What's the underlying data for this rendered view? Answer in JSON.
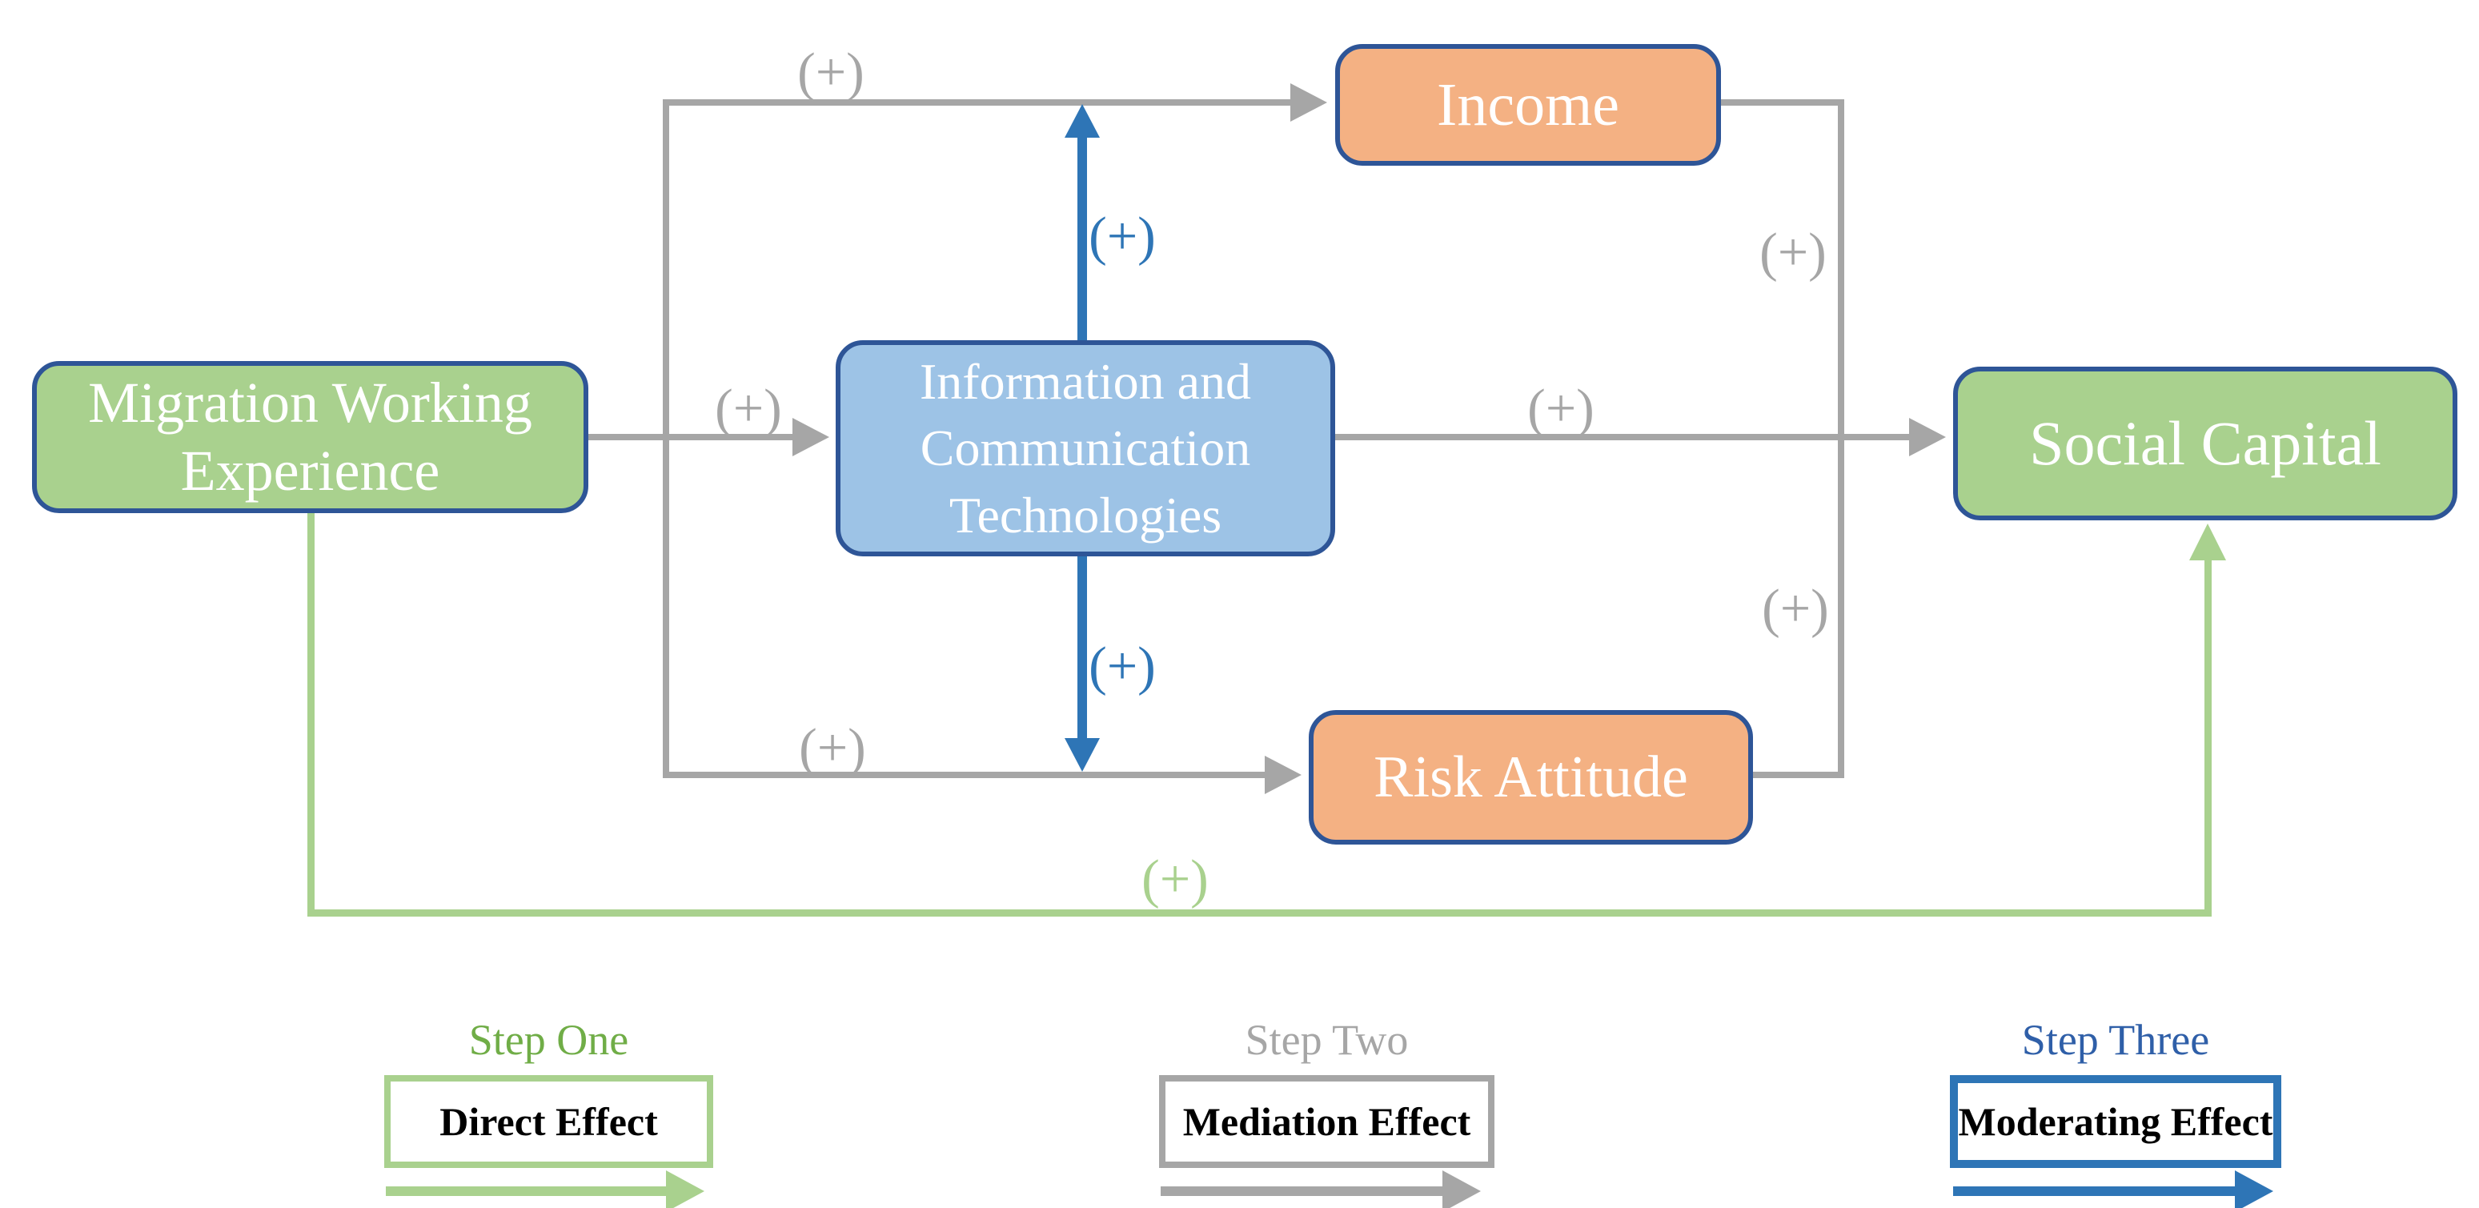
{
  "nodes": {
    "migration": {
      "line1": "Migration Working",
      "line2": "Experience"
    },
    "ict": {
      "line1": "Information and",
      "line2": "Communication",
      "line3": "Technologies"
    },
    "income": {
      "label": "Income"
    },
    "risk_attitude": {
      "label": "Risk Attitude"
    },
    "social_capital": {
      "label": "Social Capital"
    }
  },
  "effect_labels": {
    "mwe_to_income": "(+)",
    "mwe_to_ict": "(+)",
    "mwe_to_risk": "(+)",
    "ict_to_social": "(+)",
    "income_to_social": "(+)",
    "risk_to_social": "(+)",
    "ict_moderates_income_path": "(+)",
    "ict_moderates_risk_path": "(+)",
    "mwe_direct_to_social": "(+)"
  },
  "legend": {
    "step_one": {
      "title": "Step One",
      "label": "Direct Effect"
    },
    "step_two": {
      "title": "Step Two",
      "label": "Mediation Effect"
    },
    "step_three": {
      "title": "Step Three",
      "label": "Moderating Effect"
    }
  },
  "colors": {
    "green_fill": "#A9D18E",
    "orange_fill": "#F4B183",
    "light_blue_fill": "#9DC3E6",
    "node_border_navy": "#2E5597",
    "mediation_gray": "#A6A6A6",
    "moderating_blue": "#2E75B6",
    "direct_green": "#A9D18E",
    "step_one_title_green": "#70AD47",
    "step_three_title_blue": "#2F5FA8",
    "legend_text_black": "#000000",
    "node_text_white": "#FFFFFF"
  }
}
